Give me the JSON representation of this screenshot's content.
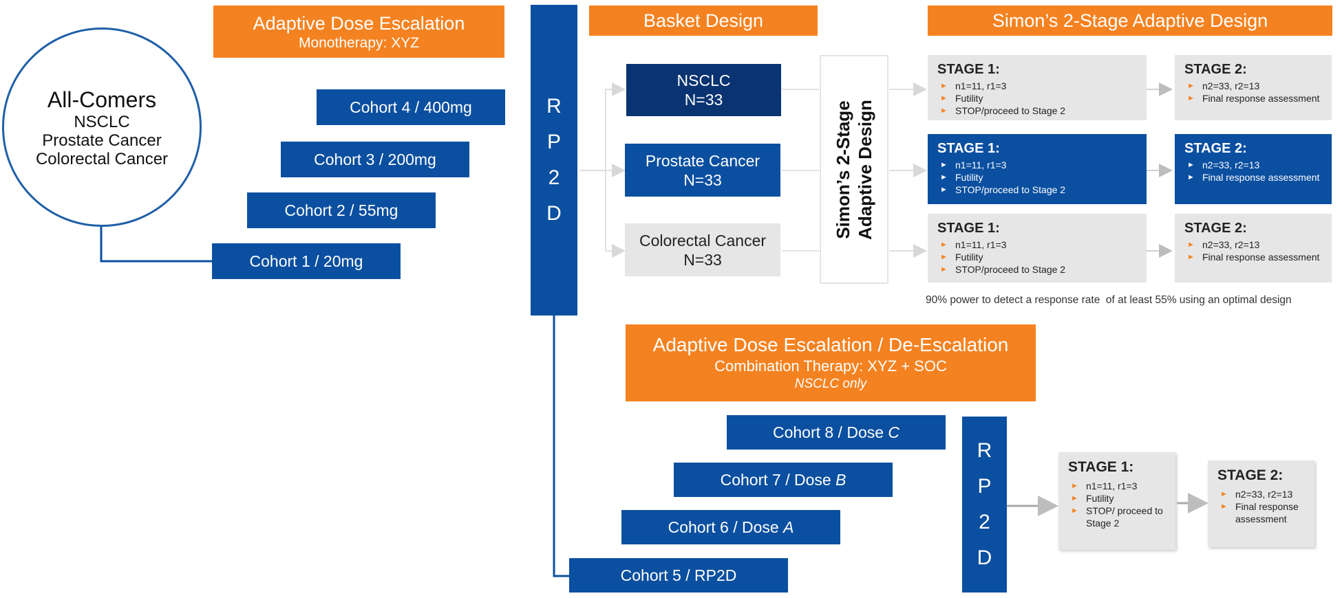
{
  "all_comers": {
    "title": "All-Comers",
    "lines": [
      "NSCLC",
      "Prostate Cancer",
      "Colorectal Cancer"
    ]
  },
  "mono_header": {
    "title": "Adaptive Dose Escalation",
    "subtitle": "Monotherapy: XYZ"
  },
  "mono_cohorts": [
    "Cohort 4 / 400mg",
    "Cohort 3 / 200mg",
    "Cohort 2 / 55mg",
    "Cohort 1 / 20mg"
  ],
  "rp2d_letters": [
    "R",
    "P",
    "2",
    "D"
  ],
  "basket_header": "Basket Design",
  "simon_header": "Simon’s 2-Stage Adaptive Design",
  "simon_vertical": {
    "line1": "Simon’s 2-Stage",
    "line2": "Adaptive Design"
  },
  "baskets": [
    {
      "name": "NSCLC",
      "n": "N=33"
    },
    {
      "name": "Prostate Cancer",
      "n": "N=33"
    },
    {
      "name": "Colorectal Cancer",
      "n": "N=33"
    }
  ],
  "stage1": {
    "title": "STAGE 1:",
    "items": [
      "n1=11, r1=3",
      "Futility",
      "STOP/proceed to Stage 2"
    ]
  },
  "stage2": {
    "title": "STAGE 2:",
    "items": [
      "n2=33, r2=13",
      "Final response assessment"
    ]
  },
  "power_note": "90% power to detect a response rate  of at least 55% using an optimal design",
  "combo_header": {
    "title": "Adaptive Dose Escalation / De-Escalation",
    "subtitle": "Combination Therapy: XYZ + SOC",
    "note": "NSCLC only"
  },
  "combo_cohorts": [
    {
      "prefix": "Cohort 8 / Dose ",
      "dose": "C"
    },
    {
      "prefix": "Cohort 7 / Dose ",
      "dose": "B"
    },
    {
      "prefix": "Cohort 6 / Dose ",
      "dose": "A"
    },
    {
      "prefix": "Cohort 5 / RP2D",
      "dose": ""
    }
  ],
  "combo_stage1": {
    "title": "STAGE 1:",
    "items": [
      "n1=11, r1=3",
      "Futility",
      "STOP/ proceed to Stage 2"
    ]
  },
  "combo_stage2": {
    "title": "STAGE 2:",
    "items": [
      "n2=33, r2=13",
      "Final response assessment"
    ]
  },
  "colors": {
    "orange": "#F58220",
    "blue": "#0B4FA0",
    "navy": "#0A3371",
    "gray": "#E6E6E6"
  }
}
